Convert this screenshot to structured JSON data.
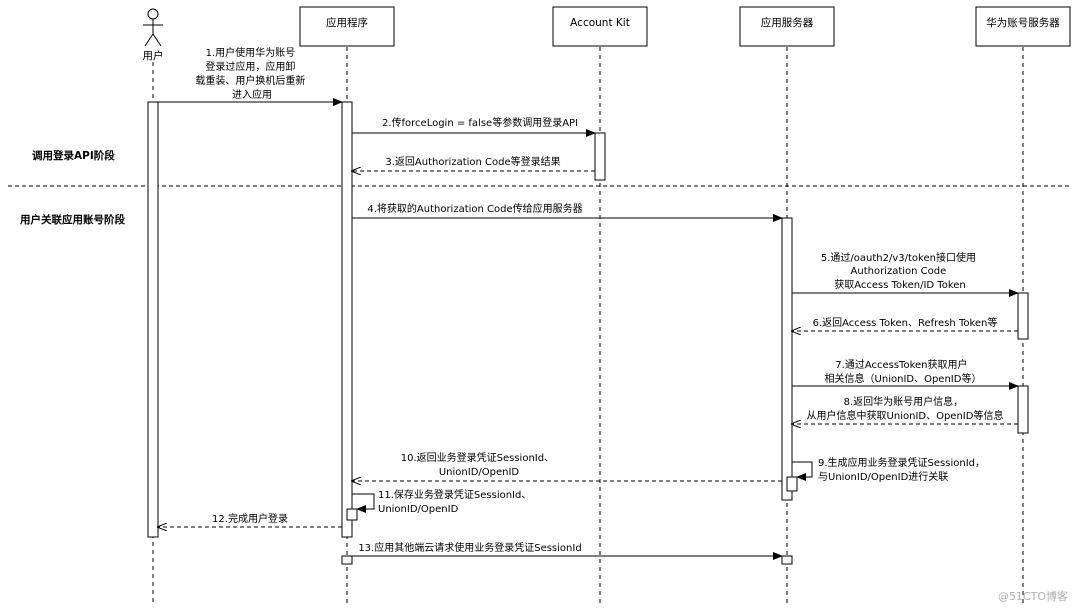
{
  "participants": [
    {
      "id": "user",
      "label": "用户",
      "kind": "actor"
    },
    {
      "id": "app",
      "label": "应用程序",
      "kind": "box"
    },
    {
      "id": "kit",
      "label": "Account Kit",
      "kind": "box"
    },
    {
      "id": "server",
      "label": "应用服务器",
      "kind": "box"
    },
    {
      "id": "huawei",
      "label": "华为账号服务器",
      "kind": "box"
    }
  ],
  "phases": [
    {
      "label": "调用登录API阶段"
    },
    {
      "label": "用户关联应用账号阶段"
    }
  ],
  "messages": [
    {
      "step": 1,
      "from": "user",
      "to": "app",
      "style": "solid",
      "lines": [
        "1.用户使用华为账号",
        "登录过应用，应用卸",
        "载重装、用户换机后重新",
        "进入应用"
      ]
    },
    {
      "step": 2,
      "from": "app",
      "to": "kit",
      "style": "solid",
      "lines": [
        "2.传forceLogin = false等参数调用登录API"
      ]
    },
    {
      "step": 3,
      "from": "kit",
      "to": "app",
      "style": "dashed",
      "lines": [
        "3.返回Authorization Code等登录结果"
      ]
    },
    {
      "step": 4,
      "from": "app",
      "to": "server",
      "style": "solid",
      "lines": [
        "4.将获取的Authorization Code传给应用服务器"
      ]
    },
    {
      "step": 5,
      "from": "server",
      "to": "huawei",
      "style": "solid",
      "lines": [
        "5.通过/oauth2/v3/token接口使用",
        "Authorization Code",
        "获取Access Token/ID Token"
      ]
    },
    {
      "step": 6,
      "from": "huawei",
      "to": "server",
      "style": "dashed",
      "lines": [
        "6.返回Access Token、Refresh Token等"
      ]
    },
    {
      "step": 7,
      "from": "server",
      "to": "huawei",
      "style": "solid",
      "lines": [
        "7.通过AccessToken获取用户",
        "相关信息（UnionID、OpenID等）"
      ]
    },
    {
      "step": 8,
      "from": "huawei",
      "to": "server",
      "style": "dashed",
      "lines": [
        "8.返回华为账号用户信息，",
        "从用户信息中获取UnionID、OpenID等信息"
      ]
    },
    {
      "step": 9,
      "from": "server",
      "to": "server",
      "style": "self",
      "lines": [
        "9.生成应用业务登录凭证SessionId，",
        "与UnionID/OpenID进行关联"
      ]
    },
    {
      "step": 10,
      "from": "server",
      "to": "app",
      "style": "dashed",
      "lines": [
        "10.返回业务登录凭证SessionId、",
        "UnionID/OpenID"
      ]
    },
    {
      "step": 11,
      "from": "app",
      "to": "app",
      "style": "self",
      "lines": [
        "11.保存业务登录凭证SessionId、",
        "UnionID/OpenID"
      ]
    },
    {
      "step": 12,
      "from": "app",
      "to": "user",
      "style": "dashed",
      "lines": [
        "12.完成用户登录"
      ]
    },
    {
      "step": 13,
      "from": "app",
      "to": "server",
      "style": "solid",
      "lines": [
        "13.应用其他端云请求使用业务登录凭证SessionId"
      ]
    }
  ],
  "watermark": "@51CTO博客"
}
